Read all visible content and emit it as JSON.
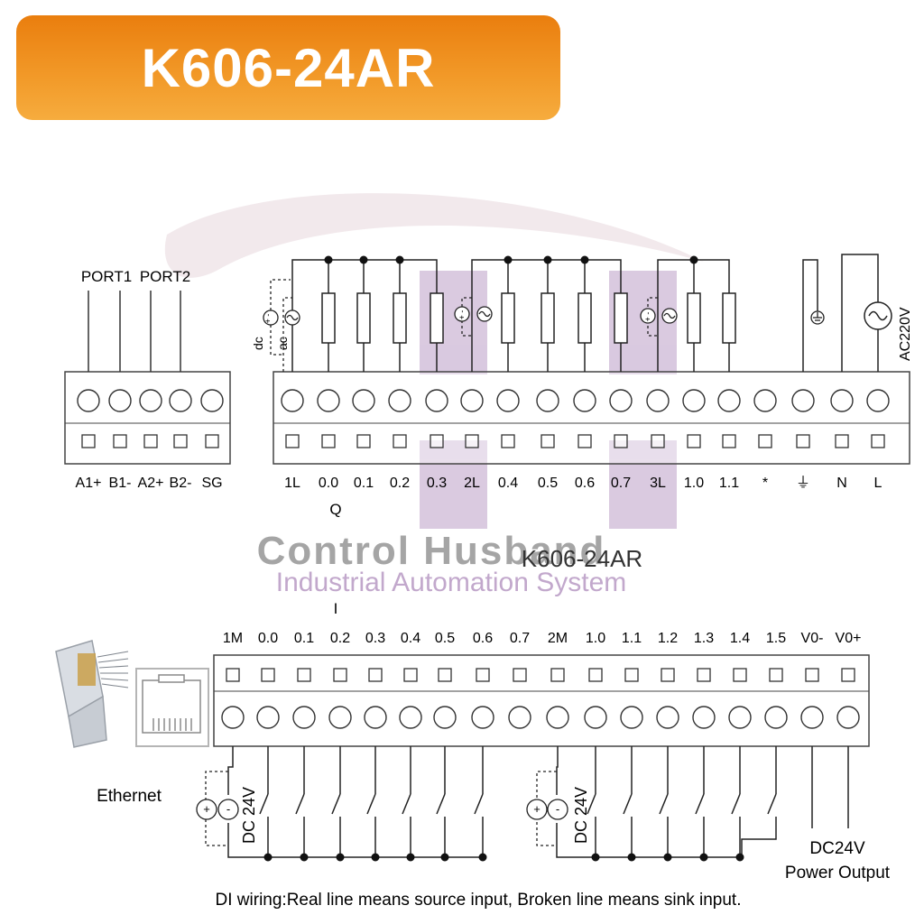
{
  "header": {
    "title": "K606-24AR",
    "color_start": "#ea7e0e",
    "color_end": "#f6ac3e"
  },
  "watermark": {
    "line1": "Control Husband",
    "line2": "Industrial Automation System",
    "color1": "#9a9a9a",
    "color2": "#b69bc0"
  },
  "comm_block": {
    "ports": [
      "PORT1",
      "PORT2"
    ],
    "terminals": [
      "A1+",
      "B1-",
      "A2+",
      "B2-",
      "SG"
    ]
  },
  "output_block": {
    "terminals": [
      "1L",
      "0.0",
      "0.1",
      "0.2",
      "0.3",
      "2L",
      "0.4",
      "0.5",
      "0.6",
      "0.7",
      "3L",
      "1.0",
      "1.1",
      "*",
      "⏚",
      "N",
      "L"
    ],
    "group_label": "Q",
    "source_labels": {
      "dc": "dc",
      "ac": "ac"
    },
    "supply_label": "AC220V"
  },
  "model_label": "K606-24AR",
  "input_block": {
    "group_label": "I",
    "terminals": [
      "1M",
      "0.0",
      "0.1",
      "0.2",
      "0.3",
      "0.4",
      "0.5",
      "0.6",
      "0.7",
      "2M",
      "1.0",
      "1.1",
      "1.2",
      "1.3",
      "1.4",
      "1.5",
      "V0-",
      "V0+"
    ],
    "supply_label": "DC 24V",
    "power_output_line1": "DC24V",
    "power_output_line2": "Power Output"
  },
  "ethernet_label": "Ethernet",
  "footnote": "DI wiring:Real line means source input, Broken line means sink input."
}
